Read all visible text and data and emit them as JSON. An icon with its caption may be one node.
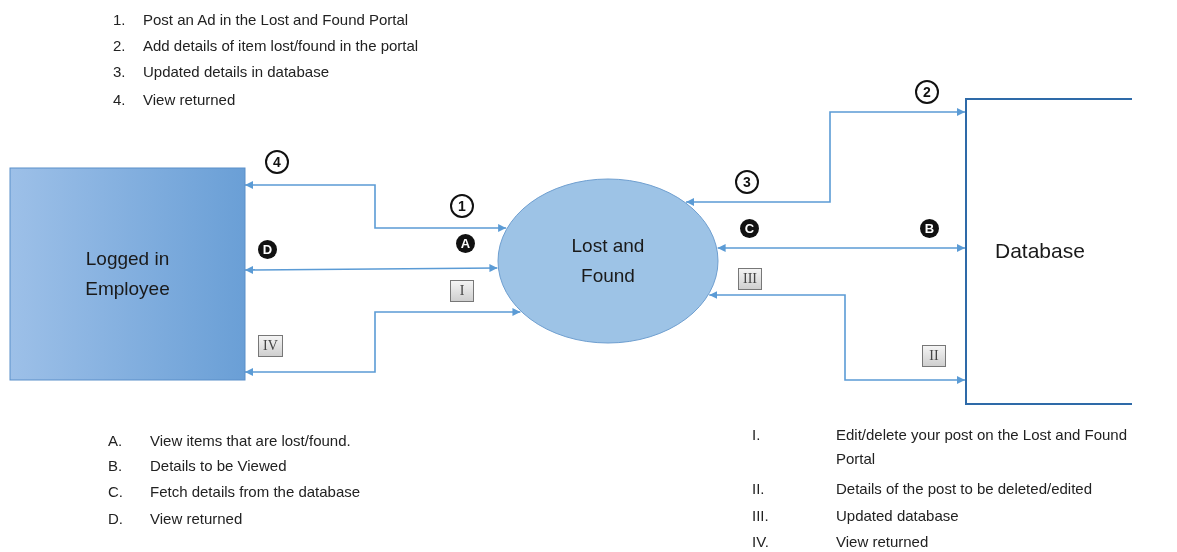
{
  "diagram": {
    "nodes": [
      {
        "text": [
          "Logged in Employee"
        ]
      },
      {
        "text": [
          "Lost and Found"
        ]
      },
      {
        "text": [
          "Database"
        ]
      }
    ],
    "edges": [
      {
        "from": 0,
        "to": 1,
        "arrow": "both"
      },
      {
        "from": 0,
        "to": 1,
        "arrow": "both"
      },
      {
        "from": 0,
        "to": 1,
        "arrow": "both"
      },
      {
        "from": 1,
        "to": 2,
        "arrow": "both"
      },
      {
        "from": 1,
        "to": 2,
        "arrow": "both"
      },
      {
        "from": 1,
        "to": 2,
        "arrow": "both"
      }
    ],
    "labels": [
      "1.",
      "Post an Ad in the Lost and Found Portal",
      "2.",
      "Add details of item lost/found in the portal",
      "3.",
      "Updated details in database",
      "4.",
      "View returned",
      "2",
      "4",
      "3",
      "1",
      "D",
      "A",
      "C",
      "B",
      "III",
      "I",
      "IV",
      "II",
      "A.",
      "View items that are lost/found.",
      "B.",
      "Details to be Viewed",
      "C.",
      "Fetch details from the database",
      "D.",
      "View returned",
      "I.",
      "Edit/delete your post on the Lost and Found Portal",
      "II.",
      "Details of the post to be deleted/edited",
      "III.",
      "Updated database",
      "IV.",
      "View returned"
    ]
  }
}
